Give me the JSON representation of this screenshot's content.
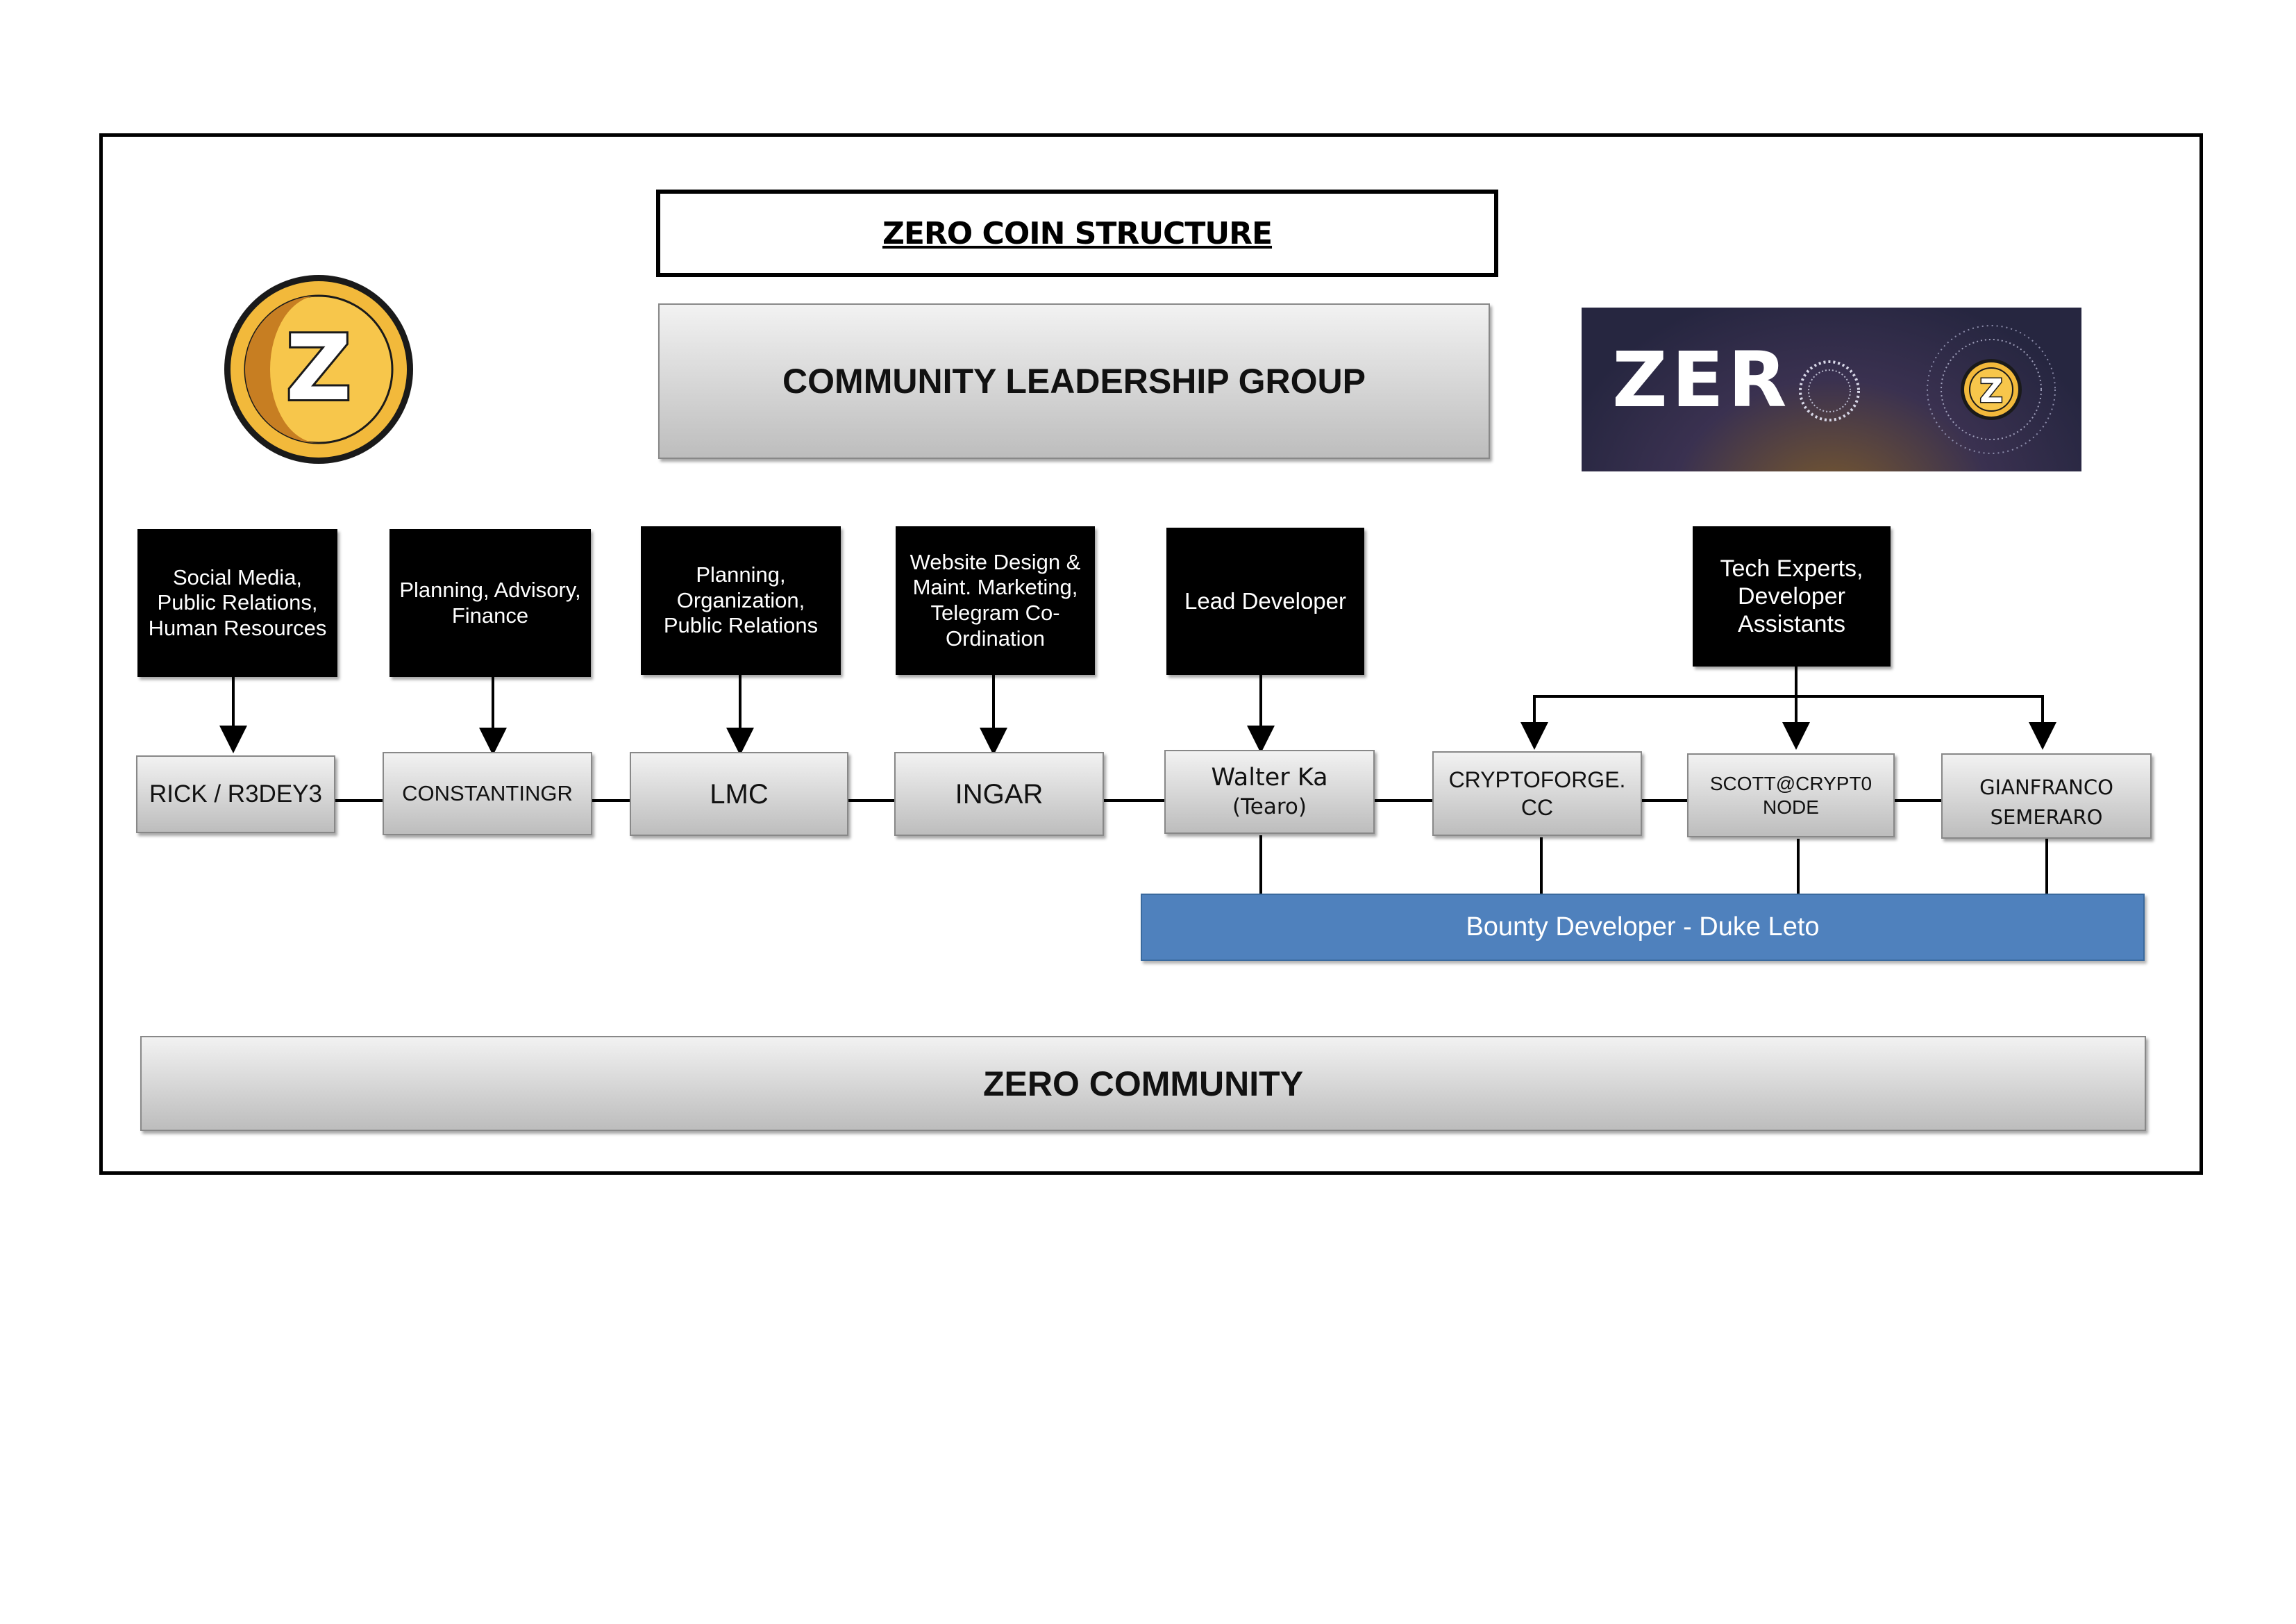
{
  "title": "ZERO COIN STRUCTURE",
  "leadership": "COMMUNITY LEADERSHIP GROUP",
  "community": "ZERO COMMUNITY",
  "roles": {
    "rick": "Social Media, Public Relations, Human Resources",
    "constantin": "Planning, Advisory, Finance",
    "lmc": "Planning, Organization, Public Relations",
    "ingar": "Website Design & Maint. Marketing, Telegram Co-Ordination",
    "walter": "Lead Developer",
    "tech": "Tech Experts, Developer Assistants"
  },
  "members": {
    "rick": "RICK / R3DEY3",
    "constantin": "CONSTANTINGR",
    "lmc": "LMC",
    "ingar": "INGAR",
    "walter_name": "Walter Ka",
    "walter_alias": "(Tearo)",
    "cryptoforge": "CRYPTOFORGE. CC",
    "scott": "SCOTT@CRYPT0 NODE",
    "gianfranco": "GIANFRANCO SEMERARO"
  },
  "bounty": "Bounty Developer - Duke Leto",
  "logos": {
    "coin_letter": "Z",
    "banner_text": "ZER",
    "banner_coin_letter": "Z"
  },
  "colors": {
    "bounty_bar": "#4f81bd",
    "coin_gold": "#f2b93b",
    "coin_dark": "#c77e22",
    "banner_bg": "#262640"
  }
}
